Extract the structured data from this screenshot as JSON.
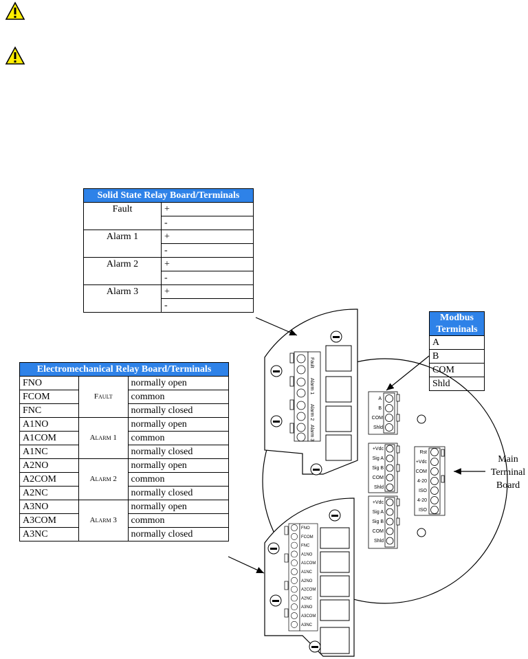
{
  "warnings": [
    {
      "icon": "warning-triangle-icon"
    },
    {
      "icon": "warning-triangle-icon"
    }
  ],
  "ssr_table": {
    "title": "Solid State Relay Board/Terminals",
    "groups": [
      {
        "label": "Fault",
        "terminals": [
          "+",
          "-"
        ]
      },
      {
        "label": "Alarm 1",
        "terminals": [
          "+",
          "-"
        ]
      },
      {
        "label": "Alarm 2",
        "terminals": [
          "+",
          "-"
        ]
      },
      {
        "label": "Alarm 3",
        "terminals": [
          "+",
          "-"
        ]
      }
    ]
  },
  "emr_table": {
    "title": "Electromechanical Relay Board/Terminals",
    "rows": [
      {
        "code": "FNO",
        "desc": "normally open"
      },
      {
        "code": "FCOM",
        "desc": "common"
      },
      {
        "code": "FNC",
        "desc": "normally closed"
      },
      {
        "code": "A1NO",
        "desc": "normally open"
      },
      {
        "code": "A1COM",
        "desc": "common"
      },
      {
        "code": "A1NC",
        "desc": "normally closed"
      },
      {
        "code": "A2NO",
        "desc": "normally open"
      },
      {
        "code": "A2COM",
        "desc": "common"
      },
      {
        "code": "A2NC",
        "desc": "normally closed"
      },
      {
        "code": "A3NO",
        "desc": "normally open"
      },
      {
        "code": "A3COM",
        "desc": "common"
      },
      {
        "code": "A3NC",
        "desc": "normally closed"
      }
    ],
    "groups": [
      "Fault",
      "Alarm 1",
      "Alarm 2",
      "Alarm 3"
    ]
  },
  "modbus_table": {
    "title_line1": "Modbus",
    "title_line2": "Terminals",
    "rows": [
      "A",
      "B",
      "COM",
      "Shld"
    ]
  },
  "callout": {
    "line1": "Main",
    "line2": "Terminal",
    "line3": "Board"
  },
  "board": {
    "modbus_block": [
      "A",
      "B",
      "COM",
      "Shld"
    ],
    "signal_block_1": [
      "+Vdc",
      "Sig A",
      "Sig B",
      "COM",
      "Shld"
    ],
    "signal_block_2": [
      "+Vdc",
      "Sig A",
      "Sig B",
      "COM",
      "Shld"
    ],
    "main_block": [
      "Rst",
      "+Vdc",
      "COM",
      "4-20",
      "ISO",
      "4-20",
      "ISO"
    ],
    "ssr_labels": [
      "Fault",
      "Alarm 1",
      "Alarm 2",
      "Alarm 3"
    ],
    "emr_labels": [
      "FNO",
      "FCOM",
      "FNC",
      "A1NO",
      "A1COM",
      "A1NC",
      "A2NO",
      "A2COM",
      "A2NC",
      "A3NO",
      "A3COM",
      "A3NC"
    ]
  },
  "colors": {
    "header_bg": "#2e82e8",
    "warning_fill": "#ffee00"
  }
}
